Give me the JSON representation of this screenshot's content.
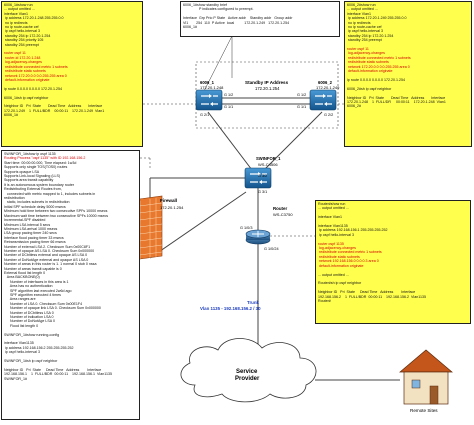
{
  "boxes": {
    "top_left": {
      "lines": [
        {
          "t": "6006_1#show run"
        },
        {
          "t": "... output omitted ..."
        },
        {
          "t": "interface Vlan1"
        },
        {
          "t": " ip address 172.20.1.248 255.255.0.0"
        },
        {
          "t": " no ip redirects"
        },
        {
          "t": " no ip route-cache cef"
        },
        {
          "t": " ip ospf hello-interval 3"
        },
        {
          "t": " standby 254 ip 172.20.1.254"
        },
        {
          "t": " standby 254 priority 105"
        },
        {
          "t": " standby 254 preempt"
        },
        {
          "t": ""
        },
        {
          "t": "router ospf 11",
          "c": "red"
        },
        {
          "t": " router-id 172.20.1.248",
          "c": "red"
        },
        {
          "t": " log-adjacency-changes",
          "c": "red"
        },
        {
          "t": " redistribute connected metric 1 subnets",
          "c": "red"
        },
        {
          "t": " redistribute static subnets",
          "c": "red"
        },
        {
          "t": " network 172.20.0.0 0.0.255.255 area 0",
          "c": "red"
        },
        {
          "t": " default-information originate",
          "c": "red"
        },
        {
          "t": ""
        },
        {
          "t": "ip route 0.0.0.0 0.0.0.0 172.20.1.254"
        },
        {
          "t": ""
        },
        {
          "t": "6006_1#sh ip ospf neighbor"
        },
        {
          "t": ""
        },
        {
          "t": "Neighbor ID   Pri  State       Dead Time   Address       Interface"
        },
        {
          "t": "172.20.1.249    1  FULL/BDR    00:00:11    172.20.1.249  Vlan1"
        },
        {
          "t": "6006_1#"
        }
      ]
    },
    "top_middle": {
      "lines": [
        {
          "t": "6006_1#show standby brief"
        },
        {
          "t": "                P indicates configured to preempt."
        },
        {
          "t": ""
        },
        {
          "t": "Interface  Grp Prio P State   Active addr    Standby addr   Group addr"
        },
        {
          "t": "Vl1        254  110  P Active  local          172.20.1.249   172.20.1.254"
        },
        {
          "t": "6006_1#"
        }
      ]
    },
    "top_right": {
      "lines": [
        {
          "t": "6006_2#show run"
        },
        {
          "t": "... output omitted ..."
        },
        {
          "t": "interface Vlan1"
        },
        {
          "t": " ip address 172.20.1.249 255.255.0.0"
        },
        {
          "t": " no ip redirects"
        },
        {
          "t": " no ip route-cache cef"
        },
        {
          "t": " ip ospf hello-interval 3"
        },
        {
          "t": " standby 254 ip 172.20.1.254"
        },
        {
          "t": " standby 254 preempt"
        },
        {
          "t": ""
        },
        {
          "t": "router ospf 11",
          "c": "red"
        },
        {
          "t": " log-adjacency-changes",
          "c": "red"
        },
        {
          "t": " redistribute connected metric 1 subnets",
          "c": "red"
        },
        {
          "t": " redistribute static subnets",
          "c": "red"
        },
        {
          "t": " network 172.20.0.0 0.0.255.255 area 0",
          "c": "red"
        },
        {
          "t": " default-information originate",
          "c": "red"
        },
        {
          "t": ""
        },
        {
          "t": "ip route 0.0.0.0 0.0.0.0 172.20.1.254"
        },
        {
          "t": ""
        },
        {
          "t": "6006_2#sh ip ospf neighbor"
        },
        {
          "t": ""
        },
        {
          "t": "Neighbor ID   Pri  State       Dead Time   Address       Interface"
        },
        {
          "t": "172.20.1.248    1  FULL/DR     00:00:11    172.20.1.248  Vlan1"
        },
        {
          "t": "6006_2#"
        }
      ]
    },
    "left_mid": {
      "lines": [
        {
          "t": "SWINFOR_1#show ip ospf 1135"
        },
        {
          "t": "Routing Process \"ospf 1135\" with ID 192.168.156.2",
          "c": "red"
        },
        {
          "t": "Start time: 00:00:00.000, Time elapsed: 1w3d"
        },
        {
          "t": "Supports only single TOS(TOS0) routes"
        },
        {
          "t": "Supports opaque LSA"
        },
        {
          "t": "Supports Link-local Signaling (LLS)"
        },
        {
          "t": "Supports area transit capability"
        },
        {
          "t": "It is an autonomous system boundary router"
        },
        {
          "t": "Redistributing External Routes from,"
        },
        {
          "t": "   connected with metric mapped to 1, includes subnets in"
        },
        {
          "t": "redistribution"
        },
        {
          "t": "   static, includes subnets in redistribution"
        },
        {
          "t": "Initial SPF schedule delay 5000 msecs"
        },
        {
          "t": "Minimum hold time between two consecutive SPFs 10000 msecs"
        },
        {
          "t": "Maximum wait time between two consecutive SPFs 10000 msecs"
        },
        {
          "t": "Incremental-SPF disabled"
        },
        {
          "t": "Minimum LSA interval 5 secs"
        },
        {
          "t": "Minimum LSA arrival 1000 msecs"
        },
        {
          "t": "LSA group pacing timer 240 secs"
        },
        {
          "t": "Interface flood pacing timer 33 msecs"
        },
        {
          "t": "Retransmission pacing timer 66 msecs"
        },
        {
          "t": "Number of external LSA 2. Checksum Sum 0x00C8F1"
        },
        {
          "t": "Number of opaque AS LSA 0. Checksum Sum 0x000000"
        },
        {
          "t": "Number of DCbitless external and opaque AS LSA 0"
        },
        {
          "t": "Number of DoNotAge external and opaque AS LSA 0"
        },
        {
          "t": "Number of areas in this router is 1. 1 normal 0 stub 0 nssa"
        },
        {
          "t": "Number of areas transit capable is 0"
        },
        {
          "t": "External flood list length 0"
        },
        {
          "t": "   Area BACKBONE(0)"
        },
        {
          "t": "      Number of interfaces in this area is 1"
        },
        {
          "t": "      Area has no authentication"
        },
        {
          "t": "      SPF algorithm last executed 2w6d ago"
        },
        {
          "t": "      SPF algorithm executed 4 times"
        },
        {
          "t": "      Area ranges are"
        },
        {
          "t": "      Number of LSA 0. Checksum Sum 0x00E1F4"
        },
        {
          "t": "      Number of opaque link LSA 0. Checksum Sum 0x000000"
        },
        {
          "t": "      Number of DCbitless LSA 0"
        },
        {
          "t": "      Number of indication LSA 0"
        },
        {
          "t": "      Number of DoNotAge LSA 0"
        },
        {
          "t": "      Flood list length 0"
        },
        {
          "t": ""
        },
        {
          "t": "SWINFOR_1#show running-config"
        },
        {
          "t": ""
        },
        {
          "t": "interface Vlan1135"
        },
        {
          "t": " ip address 192.168.156.2 255.255.255.252"
        },
        {
          "t": " ip ospf hello-interval 3"
        },
        {
          "t": ""
        },
        {
          "t": "SWINFOR_1#sh ip ospf neighbor"
        },
        {
          "t": ""
        },
        {
          "t": "Neighbor ID   Pri  State     Dead Time   Address        Interface"
        },
        {
          "t": "192.168.156.1    1  FULL/BDR  00:00:11    192.168.156.1  Vlan1135"
        },
        {
          "t": "SWINFOR_1#"
        }
      ]
    },
    "bottom_right": {
      "lines": [
        {
          "t": "Router#show run"
        },
        {
          "t": "... output omitted ..."
        },
        {
          "t": ""
        },
        {
          "t": "interface Vlan1"
        },
        {
          "t": ""
        },
        {
          "t": "interface Vlan1135"
        },
        {
          "t": " ip address 192.168.156.1 255.255.255.252"
        },
        {
          "t": " ip ospf hello-interval 3"
        },
        {
          "t": ""
        },
        {
          "t": "router ospf 1135",
          "c": "red"
        },
        {
          "t": " log-adjacency-changes",
          "c": "red"
        },
        {
          "t": " redistribute connected metric 1 subnets",
          "c": "red"
        },
        {
          "t": " redistribute static subnets",
          "c": "red"
        },
        {
          "t": " network 192.168.156.0 0.0.0.3 area 0",
          "c": "red"
        },
        {
          "t": " default-information originate",
          "c": "red"
        },
        {
          "t": ""
        },
        {
          "t": "... output omitted ..."
        },
        {
          "t": ""
        },
        {
          "t": "Router#sh ip ospf neighbor"
        },
        {
          "t": ""
        },
        {
          "t": "Neighbor ID   Pri  State     Dead Time   Address        Interface"
        },
        {
          "t": "192.168.156.2    1  FULL/BDR  00:00:11    192.168.156.2  Vlan1135"
        },
        {
          "t": "Router#"
        }
      ]
    }
  },
  "devices": {
    "sw1": {
      "name": "6006_1",
      "ip": "172.20.1.248"
    },
    "sw2": {
      "name": "6006_2",
      "ip": "172.20.1.249"
    },
    "standby": {
      "title": "Standby IP Address",
      "ip": "172.20.1.254"
    },
    "swinfor": {
      "name": "SWINFOR_1",
      "model": "WS-C4506"
    },
    "firewall": {
      "name": "Firewall",
      "ip": "172.20.1.254"
    },
    "router": {
      "name": "Router",
      "model": "WS-C3750"
    },
    "trunk": {
      "label": "Trunk",
      "vlan": "Vlan 1135 - 192.168.156.2 / 30"
    },
    "provider": {
      "line1": "Service",
      "line2": "Provider"
    },
    "remote": {
      "label": "Remote Sites"
    }
  },
  "ports": {
    "sw1_g12": "G 1/2",
    "sw1_g11": "G 1/1",
    "sw2_g12": "G 1/2",
    "sw2_g11": "G 1/1",
    "swinfor_g21": "G 2/1",
    "swinfor_g22": "G 2/2",
    "swinfor_g31": "G 3/1",
    "swinfor_g32": "G 3/2",
    "router_g13": "G 1/0/3",
    "router_g124": "G 1/0/24"
  },
  "colors": {
    "yellow_box": "#ffff4d",
    "switch": "#1f6fb5",
    "router": "#3070a8",
    "link": "#444444",
    "trunk": "#1f3fbf",
    "config_red": "#d00000"
  }
}
